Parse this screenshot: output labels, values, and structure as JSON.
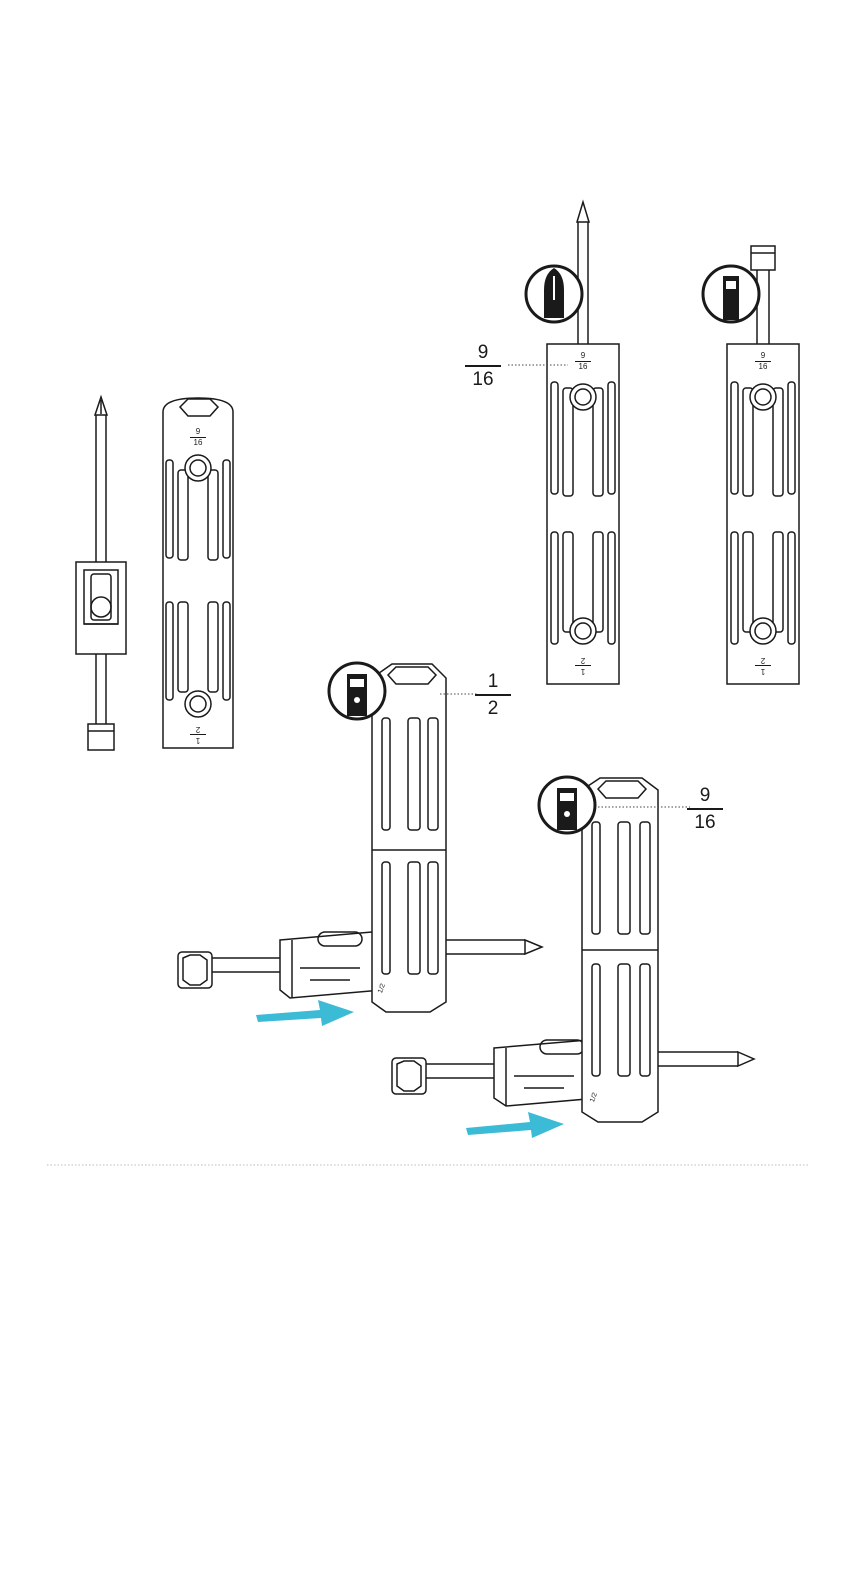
{
  "labels": {
    "top_left": {
      "num": "9",
      "den": "16"
    },
    "middle": {
      "num": "1",
      "den": "2"
    },
    "bottom_right": {
      "num": "9",
      "den": "16"
    }
  },
  "tool_marks": {
    "large": {
      "num": "9",
      "den": "16"
    },
    "small": {
      "num": "1",
      "den": "2"
    },
    "slanted": "1/2"
  },
  "colors": {
    "line": "#1a1a1a",
    "arrow": "#3bbbd6",
    "badge_fill": "#1a1a1a",
    "divider": "#bbbbbb"
  },
  "icons": {
    "phillips_badge": "phillips-bit-icon",
    "socket_badge": "socket-bit-icon",
    "hex_socket_badge": "hex-socket-icon"
  }
}
